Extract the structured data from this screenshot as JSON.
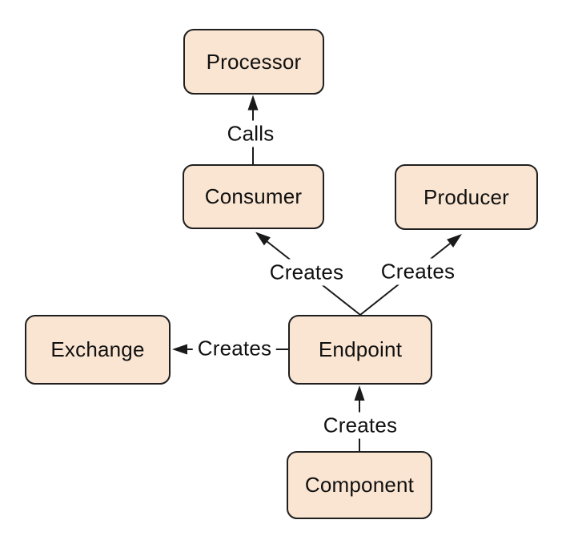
{
  "diagram": {
    "background_color": "#ffffff",
    "node_fill_color": "#fae5d2",
    "node_border_color": "#1f1f1f",
    "edge_color": "#1a1a1a",
    "text_color": "#111111",
    "nodes": [
      {
        "id": "processor",
        "label": "Processor"
      },
      {
        "id": "consumer",
        "label": "Consumer"
      },
      {
        "id": "producer",
        "label": "Producer"
      },
      {
        "id": "exchange",
        "label": "Exchange"
      },
      {
        "id": "endpoint",
        "label": "Endpoint"
      },
      {
        "id": "component",
        "label": "Component"
      }
    ],
    "edges": [
      {
        "from": "consumer",
        "to": "processor",
        "label": "Calls",
        "direction": "up"
      },
      {
        "from": "endpoint",
        "to": "consumer",
        "label": "Creates",
        "direction": "up-left"
      },
      {
        "from": "endpoint",
        "to": "producer",
        "label": "Creates",
        "direction": "up-right"
      },
      {
        "from": "endpoint",
        "to": "exchange",
        "label": "Creates",
        "direction": "left"
      },
      {
        "from": "component",
        "to": "endpoint",
        "label": "Creates",
        "direction": "up"
      }
    ]
  }
}
